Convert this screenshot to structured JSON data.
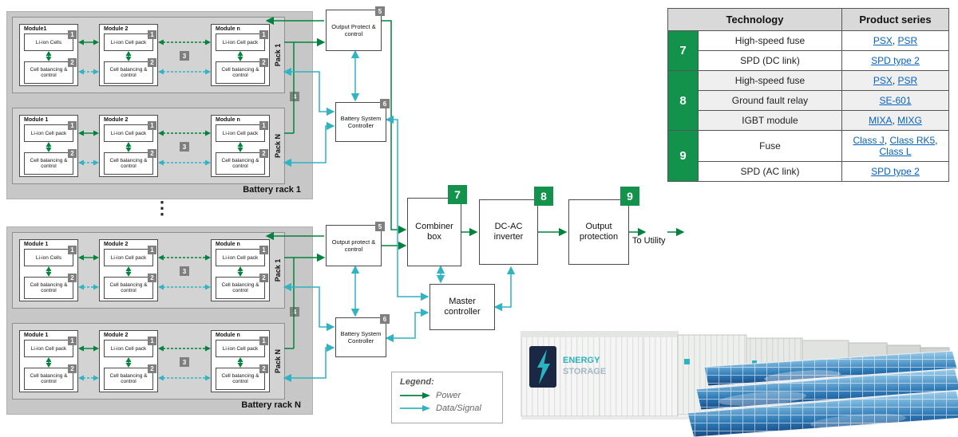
{
  "colors": {
    "power_green": "#00833D",
    "signal_teal": "#2FB4C4",
    "badge_gray": "#7F7F7F",
    "table_green": "#12924A",
    "link_blue": "#0563C1"
  },
  "badges": {
    "b1": "1",
    "b2": "2",
    "b3": "3",
    "b4": "4",
    "b5": "5",
    "b6": "6",
    "b7": "7",
    "b8": "8",
    "b9": "9"
  },
  "ellipsis": "⋮",
  "racks": [
    {
      "label": "Battery rack 1",
      "packs": [
        {
          "label": "Pack 1",
          "modules": [
            {
              "title": "Module1",
              "cell": "Li-ion Cells",
              "ctrl": "Cell balancing & control"
            },
            {
              "title": "Module 2",
              "cell": "Li-ion Cell pack",
              "ctrl": "Cell balancing & control"
            },
            {
              "title": "Module n",
              "cell": "Li-ion Cell pack",
              "ctrl": "Cell balancing & control"
            }
          ]
        },
        {
          "label": "Pack N",
          "modules": [
            {
              "title": "Module 1",
              "cell": "Li-ion Cell pack",
              "ctrl": "Cell balancing & control"
            },
            {
              "title": "Module 2",
              "cell": "Li-ion Cell pack",
              "ctrl": "Cell balancing & control"
            },
            {
              "title": "Module n",
              "cell": "Li-ion Cell pack",
              "ctrl": "Cell balancing & control"
            }
          ]
        }
      ]
    },
    {
      "label": "Battery rack N",
      "packs": [
        {
          "label": "Pack 1",
          "modules": [
            {
              "title": "Module 1",
              "cell": "Li-ion Cells",
              "ctrl": "Cell balancing & control"
            },
            {
              "title": "Module 2",
              "cell": "Li-ion Cell pack",
              "ctrl": "Cell balancing & control"
            },
            {
              "title": "Module n",
              "cell": "Li-ion Cell pack",
              "ctrl": "Cell balancing & control"
            }
          ]
        },
        {
          "label": "Pack N",
          "modules": [
            {
              "title": "Module 1",
              "cell": "Li-ion Cell pack",
              "ctrl": "Cell balancing & control"
            },
            {
              "title": "Module 2",
              "cell": "Li-ion Cell pack",
              "ctrl": "Cell balancing & control"
            },
            {
              "title": "Module n",
              "cell": "Li-ion Cell pack",
              "ctrl": "Cell balancing & control"
            }
          ]
        }
      ]
    }
  ],
  "boxes": {
    "output_protect_1": "Output Protect & control",
    "output_protect_2": "Output protect & control",
    "battery_system_controller": "Battery System Controller",
    "combiner": "Combiner box",
    "inverter": "DC-AC inverter",
    "output_protection": "Output protection",
    "master": "Master controller",
    "to_utility": "To Utility"
  },
  "legend": {
    "title": "Legend:",
    "power": "Power",
    "signal": "Data/Signal"
  },
  "table": {
    "headers": [
      "Technology",
      "Product series"
    ],
    "separator": ", ",
    "groups": [
      {
        "number": "7",
        "shaded": false,
        "rows": [
          {
            "technology": "High-speed fuse",
            "products": [
              "PSX",
              "PSR"
            ]
          },
          {
            "technology": "SPD (DC link)",
            "products": [
              "SPD type 2"
            ]
          }
        ]
      },
      {
        "number": "8",
        "shaded": true,
        "rows": [
          {
            "technology": "High-speed fuse",
            "products": [
              "PSX",
              "PSR"
            ]
          },
          {
            "technology": "Ground fault relay",
            "products": [
              "SE-601"
            ]
          },
          {
            "technology": "IGBT module",
            "products": [
              "MIXA",
              "MIXG"
            ]
          }
        ]
      },
      {
        "number": "9",
        "shaded": false,
        "rows": [
          {
            "technology": "Fuse",
            "products": [
              "Class J",
              "Class RK5",
              "Class L"
            ]
          },
          {
            "technology": "SPD (AC link)",
            "products": [
              "SPD type 2"
            ]
          }
        ]
      }
    ]
  },
  "photo": {
    "energy": "ENERGY",
    "storage": "STORAGE"
  }
}
